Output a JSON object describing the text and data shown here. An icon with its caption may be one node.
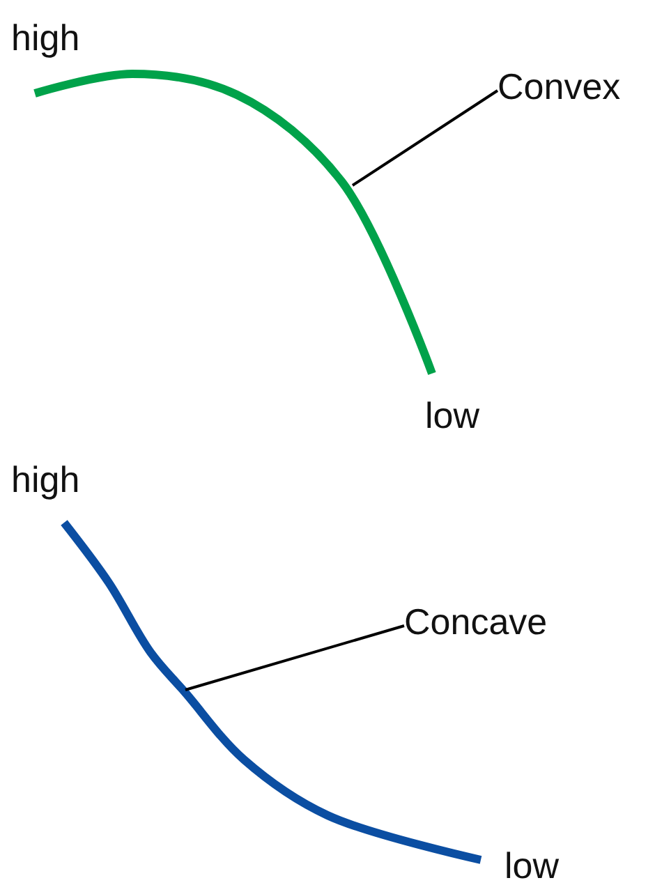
{
  "diagram": {
    "nodes": [
      {
        "text": [],
        "shape": "curve"
      },
      {
        "text": [
          "Convex"
        ]
      },
      {
        "text": [],
        "shape": "curve"
      },
      {
        "text": [
          "Concave"
        ]
      }
    ],
    "edges": [
      {
        "from": 1,
        "to": 0,
        "arrow": "none"
      },
      {
        "from": 3,
        "to": 2,
        "arrow": "none"
      }
    ],
    "labels": [
      "high",
      "low",
      "high",
      "low"
    ]
  }
}
